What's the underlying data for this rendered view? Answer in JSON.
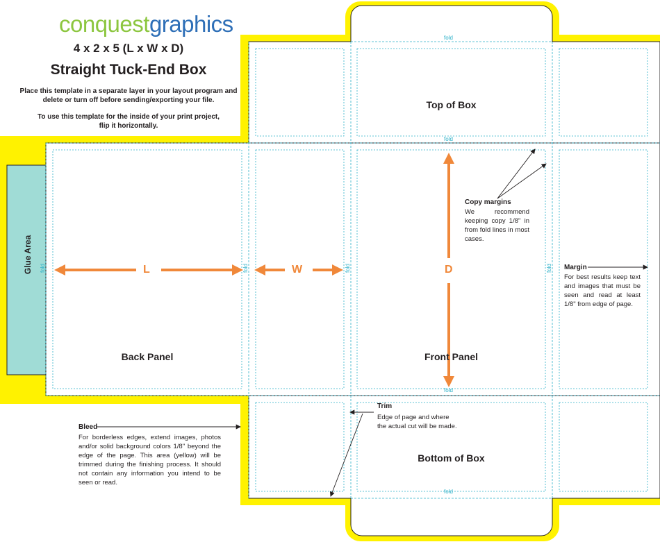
{
  "brand": {
    "part1": "conquest",
    "part2": "graphics"
  },
  "header": {
    "dimensions": "4 x 2 x 5 (L x W x D)",
    "title": "Straight Tuck-End Box",
    "instruction_1": "Place this template in a separate layer in your layout program and delete or turn off before sending/exporting your file.",
    "instruction_2": "To use this template for the inside of your print project, flip it horizontally."
  },
  "panels": {
    "top": "Top of Box",
    "back": "Back Panel",
    "front": "Front Panel",
    "bottom": "Bottom of Box",
    "glue": "Glue Area"
  },
  "dimension_labels": {
    "length": "L",
    "width": "W",
    "depth": "D"
  },
  "fold_label": "fold",
  "notes": {
    "copy_margins": {
      "heading": "Copy margins",
      "body": "We recommend keeping copy 1/8\" in from fold lines in most cases."
    },
    "margin": {
      "heading": "Margin",
      "body": "For best results keep text and images that must be seen and read at least 1/8\" from edge of page."
    },
    "trim": {
      "heading": "Trim",
      "body": "Edge of page and where the actual cut will be made."
    },
    "bleed": {
      "heading": "Bleed",
      "body": "For borderless edges, extend images, photos and/or solid background colors 1/8\" beyond the edge of the page. This area (yellow) will be trimmed during the finishing process. It should not contain any information you intend to be seen or read."
    }
  },
  "colors": {
    "bleed": "#fff200",
    "glue": "#a0dcd6",
    "arrow": "#f0883a",
    "fold": "#2bb0c8",
    "brand_green": "#8cc63f",
    "brand_blue": "#2e6fb7"
  }
}
